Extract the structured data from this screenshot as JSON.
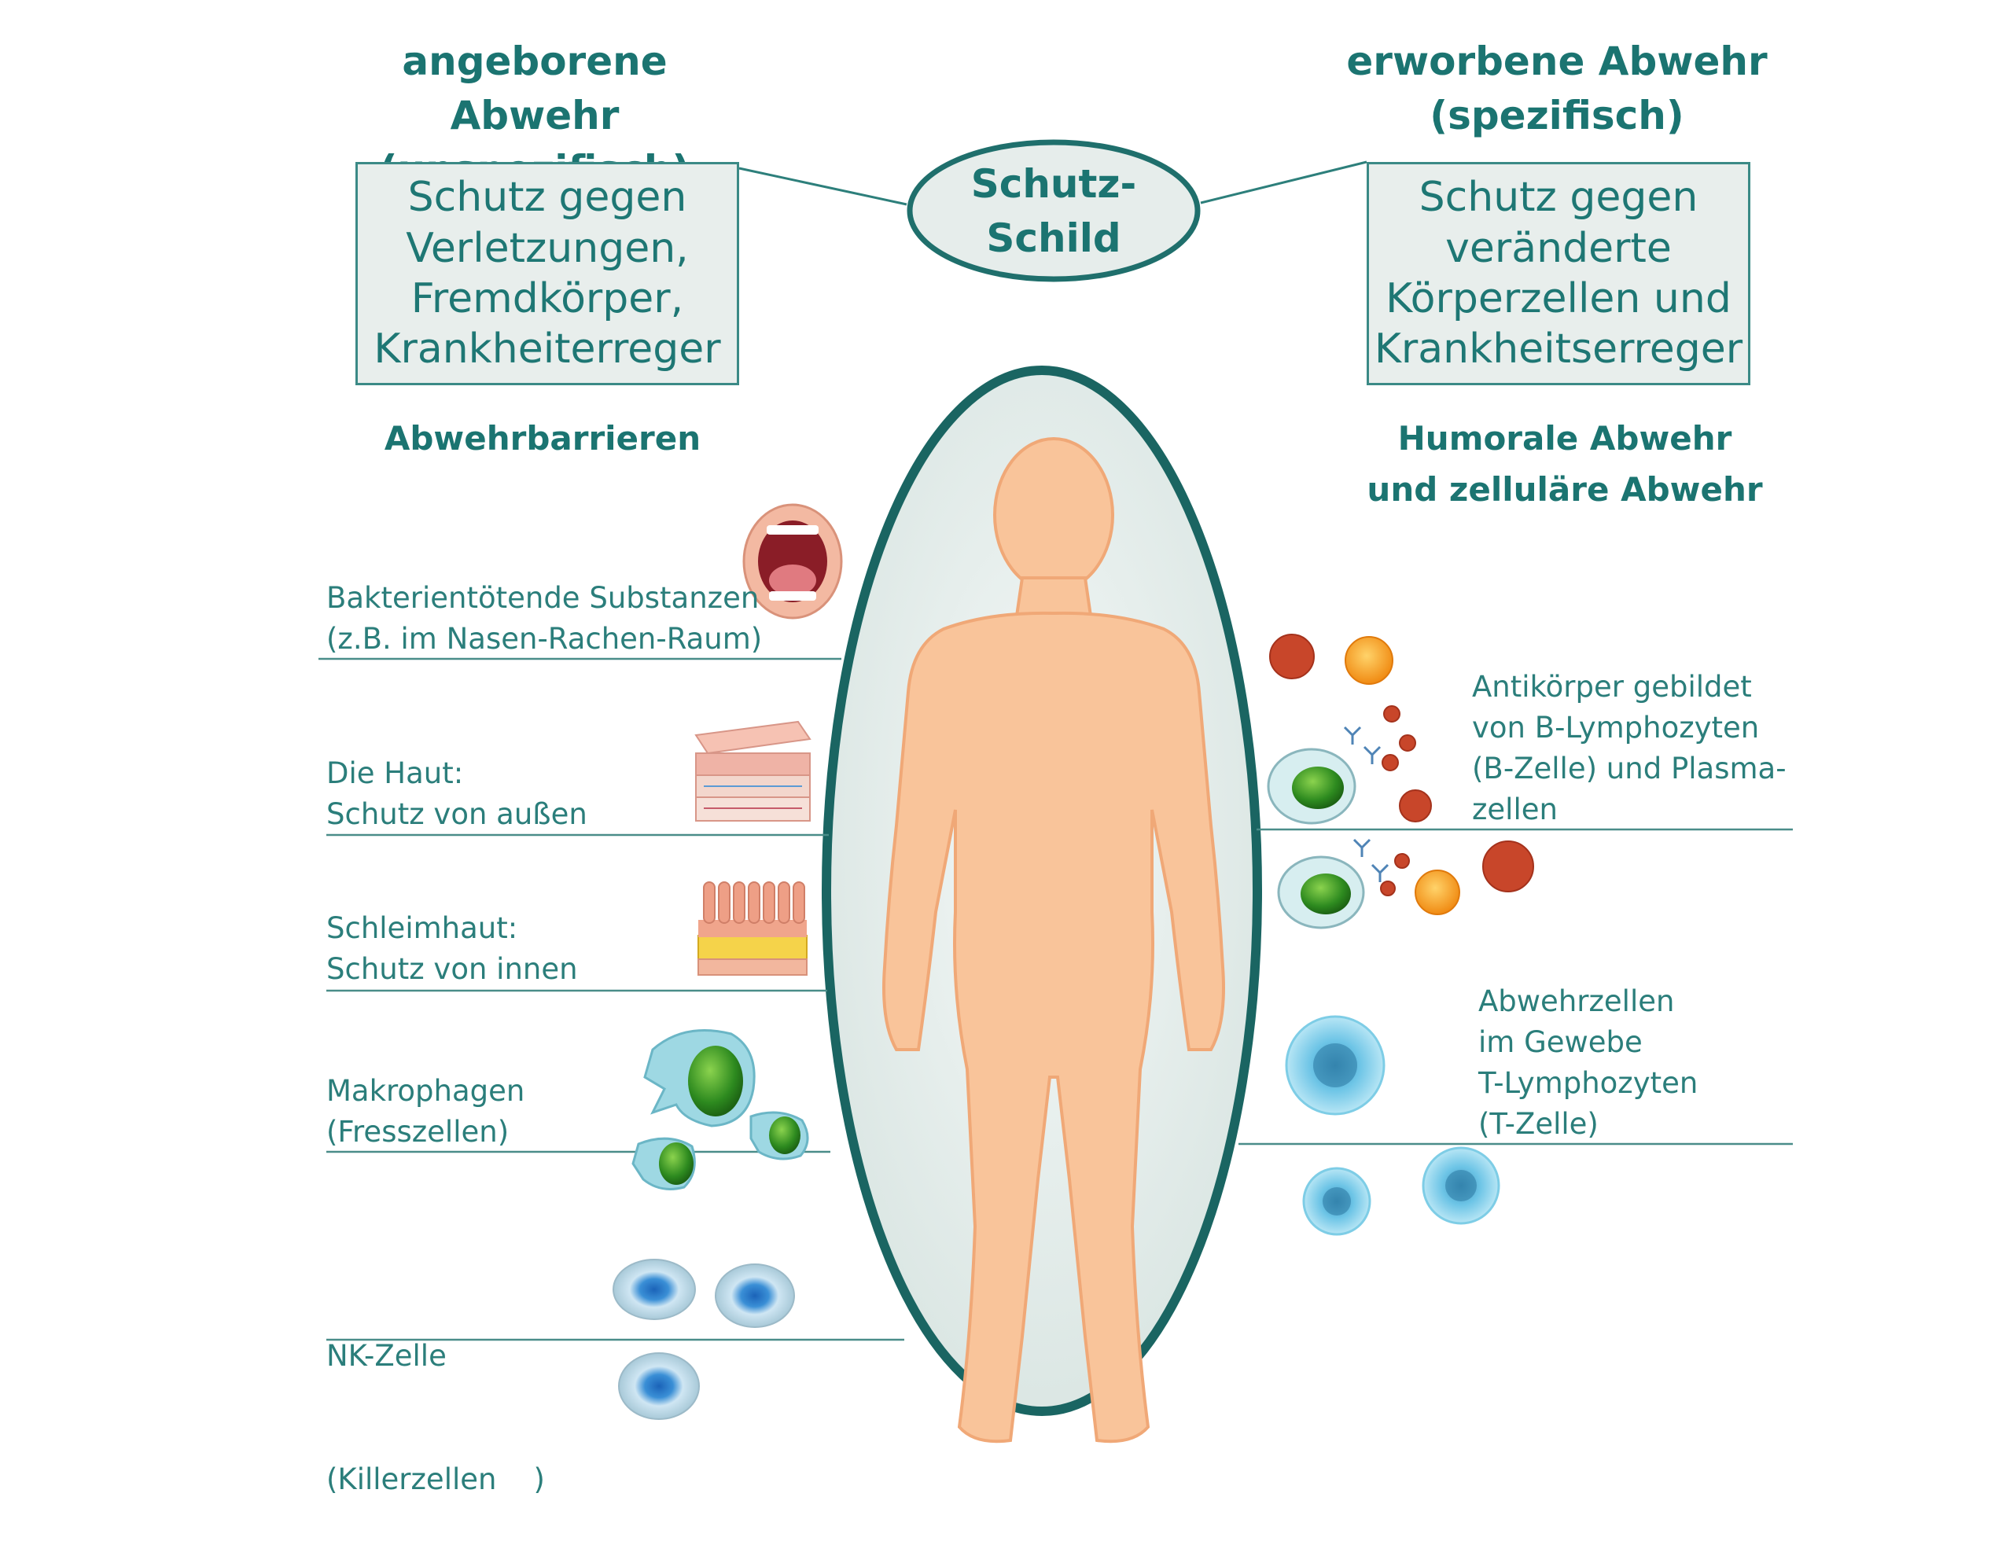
{
  "left": {
    "title_line1": "angeborene Abwehr",
    "title_line2": "(unspezifisch)",
    "box_lines": [
      "Schutz gegen",
      "Verletzungen,",
      "Fremdkörper,",
      "Krankheiterreger"
    ],
    "subtitle": "Abwehrbarrieren",
    "items": [
      {
        "line1": "Bakterientötende Substanzen",
        "line2": "(z.B. im Nasen-Rachen-Raum)"
      },
      {
        "line1": "Die Haut:",
        "line2": "Schutz von außen"
      },
      {
        "line1": "Schleimhaut:",
        "line2": "Schutz von innen"
      },
      {
        "line1": "Makrophagen",
        "line2": "(Fresszellen)"
      },
      {
        "line1": "NK-Zelle",
        "line2": "(Killerzellen    )"
      }
    ]
  },
  "center": {
    "shield_line1": "Schutz-",
    "shield_line2": "Schild"
  },
  "right": {
    "title_line1": "erworbene Abwehr",
    "title_line2": "(spezifisch)",
    "box_lines": [
      "Schutz gegen",
      "veränderte",
      "Körperzellen und",
      "Krankheitserreger"
    ],
    "subtitle_line1": "Humorale Abwehr",
    "subtitle_line2": "und zelluläre Abwehr",
    "items": [
      {
        "lines": [
          "Antikörper gebildet",
          "von B-Lymphozyten",
          "(B-Zelle) und Plasma-",
          "zellen"
        ]
      },
      {
        "lines": [
          "Abwehrzellen",
          "im Gewebe",
          "T-Lymphozyten",
          "(T-Zelle)"
        ]
      }
    ]
  },
  "colors": {
    "teal": "#1b7471",
    "shield_border": "#1a6562",
    "shield_fill": "#e3ece9",
    "body_skin": "#f9c49a",
    "box_fill": "#e8eeec"
  },
  "icons": [
    "mouth-icon",
    "skin-layers-icon",
    "mucosa-icon",
    "macrophage-icon",
    "nk-cell-icon",
    "virus-icon",
    "b-cell-icon",
    "antibody-icon",
    "t-cell-icon"
  ]
}
